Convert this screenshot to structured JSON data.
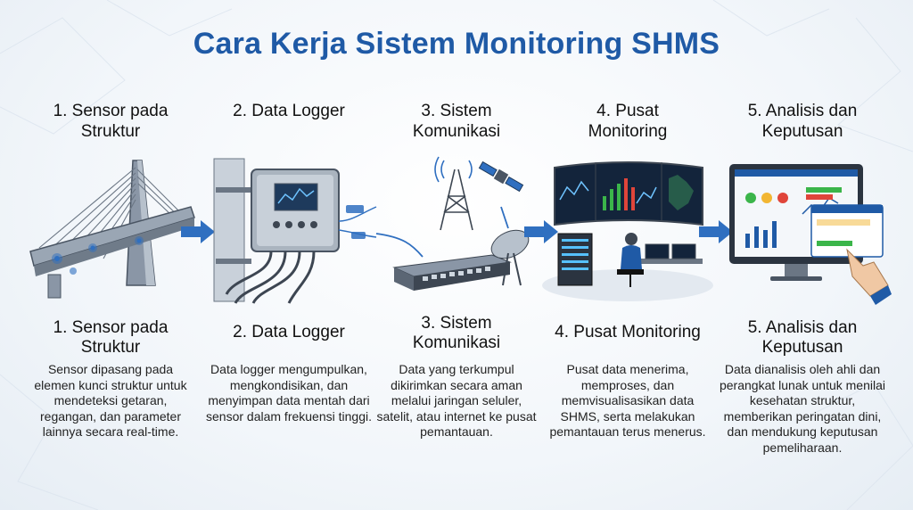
{
  "title": "Cara Kerja Sistem Monitoring SHMS",
  "steps": [
    {
      "title_top_1": "1. Sensor pada",
      "title_top_2": "Struktur",
      "title_bottom_1": "1. Sensor pada",
      "title_bottom_2": "Struktur",
      "description": "Sensor dipasang pada elemen kunci struktur untuk mendeteksi getaran, regangan, dan parameter lainnya secara real-time.",
      "icon": "bridge-sensor-icon"
    },
    {
      "title_top_1": "2. Data Logger",
      "title_bottom_1": "2. Data Logger",
      "description": "Data logger mengumpulkan, mengkondisikan, dan menyimpan data mentah dari sensor dalam frekuensi tinggi.",
      "icon": "data-logger-icon"
    },
    {
      "title_top_1": "3. Sistem",
      "title_top_2": "Komunikasi",
      "title_bottom_1": "3. Sistem",
      "title_bottom_2": "Komunikasi",
      "description": "Data yang terkumpul dikirimkan secara aman melalui jaringan seluler, satelit, atau internet ke pusat pemantauan.",
      "icon": "network-antenna-satellite-icon"
    },
    {
      "title_top_1": "4. Pusat",
      "title_top_2": "Monitoring",
      "title_bottom_1": "4. Pusat Monitoring",
      "description": "Pusat data menerima, memproses, dan memvisualisasikan data SHMS, serta melakukan pemantauan terus menerus.",
      "icon": "monitoring-center-icon"
    },
    {
      "title_top_1": "5. Analisis dan",
      "title_top_2": "Keputusan",
      "title_bottom_1": "5. Analisis dan",
      "title_bottom_2": "Keputusan",
      "description": "Data dianalisis oleh ahli dan perangkat lunak untuk menilai kesehatan struktur, memberikan peringatan dini, dan mendukung keputusan pemeliharaan.",
      "icon": "analysis-dashboard-icon"
    }
  ],
  "colors": {
    "title": "#1f5aa6",
    "arrow": "#2f6fc0",
    "accent_green": "#3bb54a",
    "accent_red": "#e0453a",
    "accent_yellow": "#f2b632"
  }
}
